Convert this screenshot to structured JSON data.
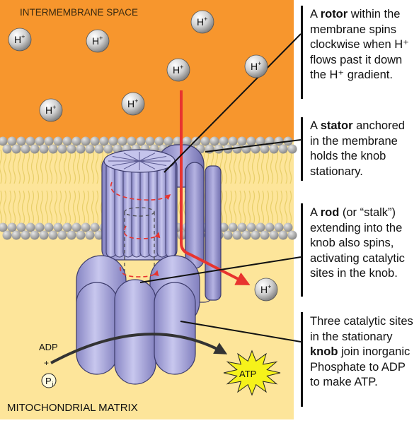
{
  "regions": {
    "intermembrane": "INTERMEMBRANE SPACE",
    "matrix": "MITOCHONDRIAL MATRIX"
  },
  "ions": {
    "label": "H+",
    "base": "H",
    "sup": "+"
  },
  "reactants": {
    "adp": "ADP",
    "plus": "+",
    "pi_base": "P",
    "pi_sub": "i",
    "atp": "ATP"
  },
  "captions": [
    {
      "pre": "A ",
      "bold": "rotor",
      "post": " within the membrane spins clockwise when H⁺ flows past it down the H⁺ gradient."
    },
    {
      "pre": "A ",
      "bold": "stator",
      "post": " anchored in the membrane holds the knob stationary."
    },
    {
      "pre": "A ",
      "bold": "rod",
      "post": " (or “stalk”) extending into the knob also spins, activating catalytic sites in the knob."
    },
    {
      "pre": "Three catalytic sites in the stationary ",
      "bold": "knob",
      "post": " join inorganic Phosphate to ADP to make ATP."
    }
  ],
  "colors": {
    "intermembrane": "#f7962d",
    "matrix": "#fde59a",
    "membrane_head": "#9a9a9a",
    "protein": "#a9a8dc",
    "protein_edge": "#3b3a6a",
    "flow": "#e8342f",
    "atp_star": "#f6f21a"
  }
}
